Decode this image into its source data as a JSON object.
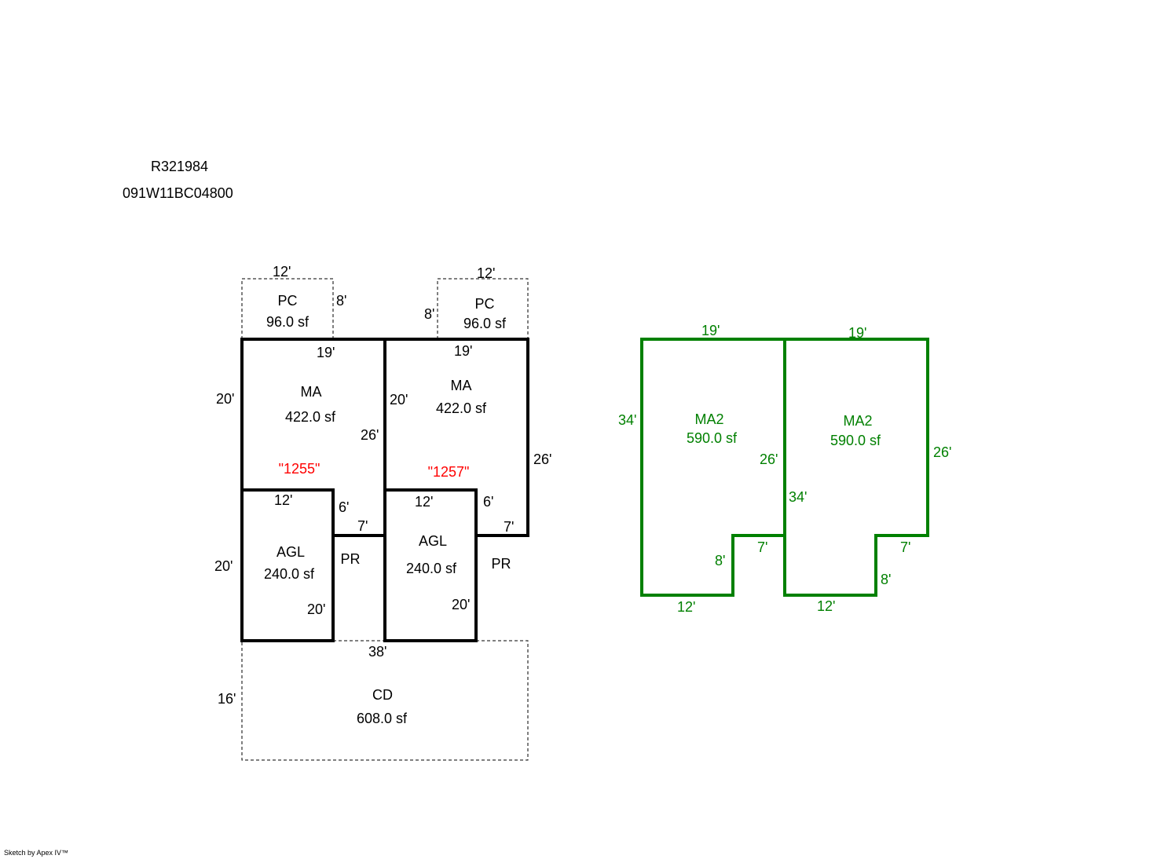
{
  "header": {
    "account_id": "R321984",
    "parcel_number": "091W11BC04800"
  },
  "footer": {
    "credit": "Sketch by Apex IV™"
  },
  "colors": {
    "primary_outline": "#000000",
    "secondary_outline": "#008000",
    "address_label": "#ff0000"
  },
  "sketch_left": {
    "areas": [
      {
        "id": "pc-left",
        "code": "PC",
        "area": "96.0 sf",
        "style": "dashed",
        "width_label": "12'",
        "height_label": "8'"
      },
      {
        "id": "pc-right",
        "code": "PC",
        "area": "96.0 sf",
        "style": "dashed",
        "width_label": "12'",
        "height_label": "8'"
      },
      {
        "id": "ma-left",
        "code": "MA",
        "area": "422.0 sf",
        "style": "solid",
        "address": "\"1255\"",
        "labels": [
          "20'",
          "19'",
          "26'",
          "6'",
          "7'"
        ]
      },
      {
        "id": "ma-right",
        "code": "MA",
        "area": "422.0 sf",
        "style": "solid",
        "address": "\"1257\"",
        "labels": [
          "20'",
          "19'",
          "26'",
          "6'",
          "7'"
        ]
      },
      {
        "id": "agl-left",
        "code": "AGL",
        "area": "240.0 sf",
        "style": "solid",
        "labels": [
          "12'",
          "20'",
          "20'"
        ]
      },
      {
        "id": "agl-right",
        "code": "AGL",
        "area": "240.0 sf",
        "style": "solid",
        "labels": [
          "12'",
          "20'"
        ]
      },
      {
        "id": "pr-left",
        "code": "PR"
      },
      {
        "id": "pr-right",
        "code": "PR"
      },
      {
        "id": "cd",
        "code": "CD",
        "area": "608.0 sf",
        "style": "dashed",
        "width_label": "38'",
        "height_label": "16'"
      }
    ]
  },
  "sketch_right": {
    "areas": [
      {
        "id": "ma2-left",
        "code": "MA2",
        "area": "590.0 sf",
        "labels": [
          "19'",
          "34'",
          "26'",
          "7'",
          "8'",
          "12'"
        ]
      },
      {
        "id": "ma2-right",
        "code": "MA2",
        "area": "590.0 sf",
        "labels": [
          "19'",
          "34'",
          "26'",
          "7'",
          "8'",
          "12'"
        ]
      }
    ]
  },
  "dims": {
    "d12": "12'",
    "d8": "8'",
    "d19": "19'",
    "d20": "20'",
    "d26": "26'",
    "d6": "6'",
    "d7": "7'",
    "d38": "38'",
    "d16": "16'",
    "d34": "34'"
  }
}
